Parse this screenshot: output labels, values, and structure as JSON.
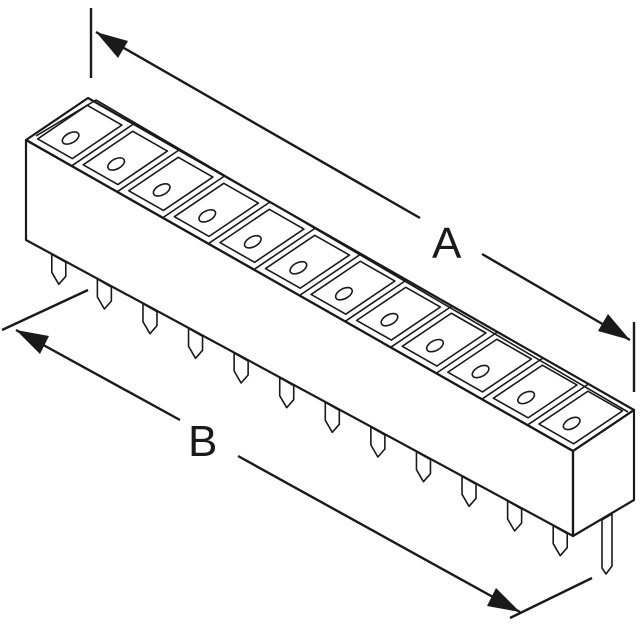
{
  "figure": {
    "component": "connector-header",
    "contact_count": 12,
    "dimensions": {
      "a_label": "A",
      "b_label": "B"
    },
    "colors": {
      "line": "#1a1a1a",
      "background": "#ffffff"
    }
  }
}
